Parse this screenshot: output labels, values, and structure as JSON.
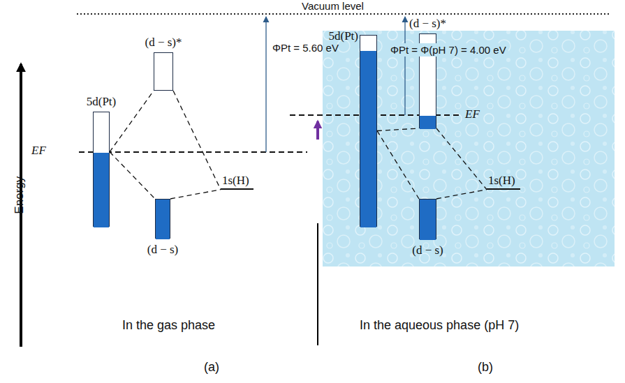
{
  "diagram": {
    "nodes": [
      {
        "text": [
          "5d(Pt)"
        ]
      },
      {
        "text": [
          "(d − s)*"
        ]
      },
      {
        "text": [
          "1s(H)"
        ]
      },
      {
        "text": [
          "(d − s)"
        ]
      },
      {
        "text": [
          "5d(Pt)"
        ]
      },
      {
        "text": [
          "(d − s)*"
        ]
      },
      {
        "text": [
          "1s(H)"
        ]
      },
      {
        "text": [
          "(d − s)"
        ]
      }
    ],
    "edges": [
      {
        "from": 0,
        "to": 1,
        "arrow": "none"
      },
      {
        "from": 0,
        "to": 3,
        "arrow": "none"
      },
      {
        "from": 1,
        "to": 2,
        "arrow": "none"
      },
      {
        "from": 3,
        "to": 2,
        "arrow": "none"
      },
      {
        "from": 4,
        "to": 5,
        "arrow": "none"
      },
      {
        "from": 4,
        "to": 7,
        "arrow": "none"
      },
      {
        "from": 5,
        "to": 6,
        "arrow": "none"
      },
      {
        "from": 7,
        "to": 6,
        "arrow": "none"
      }
    ],
    "labels": [
      "Vacuum level",
      "ΦPt = 5.60 eV",
      "ΦPt = Φ(pH 7) = 4.00 eV",
      "Energy",
      "EF",
      "EF",
      "In the gas phase",
      "In the aqueous phase (pH 7)",
      "(a)",
      "(b)"
    ]
  }
}
